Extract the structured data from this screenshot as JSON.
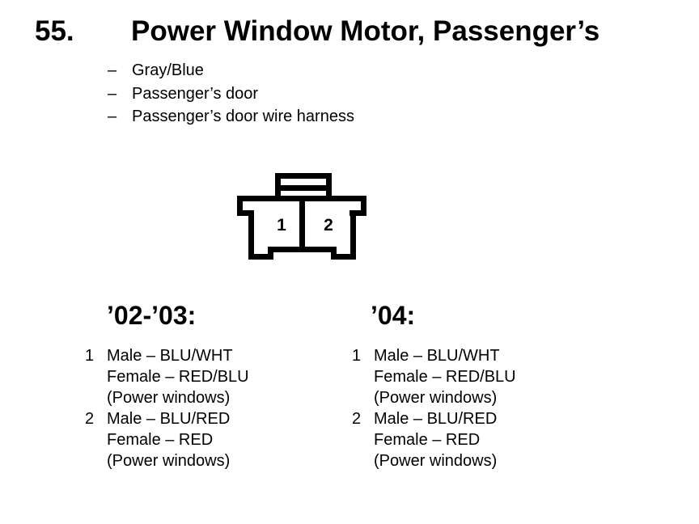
{
  "page": {
    "item_number": "55.",
    "title": "Power Window Motor, Passenger’s",
    "bullet_prefix": "–",
    "bullets": [
      "Gray/Blue",
      "Passenger’s door",
      "Passenger’s door wire harness"
    ]
  },
  "connector": {
    "pins": [
      "1",
      "2"
    ]
  },
  "sections": [
    {
      "heading": "’02-’03:",
      "pins": [
        {
          "num": "1",
          "lines": [
            "Male – BLU/WHT",
            "Female – RED/BLU",
            "(Power windows)"
          ]
        },
        {
          "num": "2",
          "lines": [
            "Male – BLU/RED",
            "Female – RED",
            "(Power windows)"
          ]
        }
      ]
    },
    {
      "heading": "’04:",
      "pins": [
        {
          "num": "1",
          "lines": [
            "Male – BLU/WHT",
            "Female – RED/BLU",
            "(Power windows)"
          ]
        },
        {
          "num": "2",
          "lines": [
            "Male – BLU/RED",
            "Female – RED",
            "(Power windows)"
          ]
        }
      ]
    }
  ],
  "colors": {
    "ink": "#000000",
    "background": "#ffffff"
  }
}
